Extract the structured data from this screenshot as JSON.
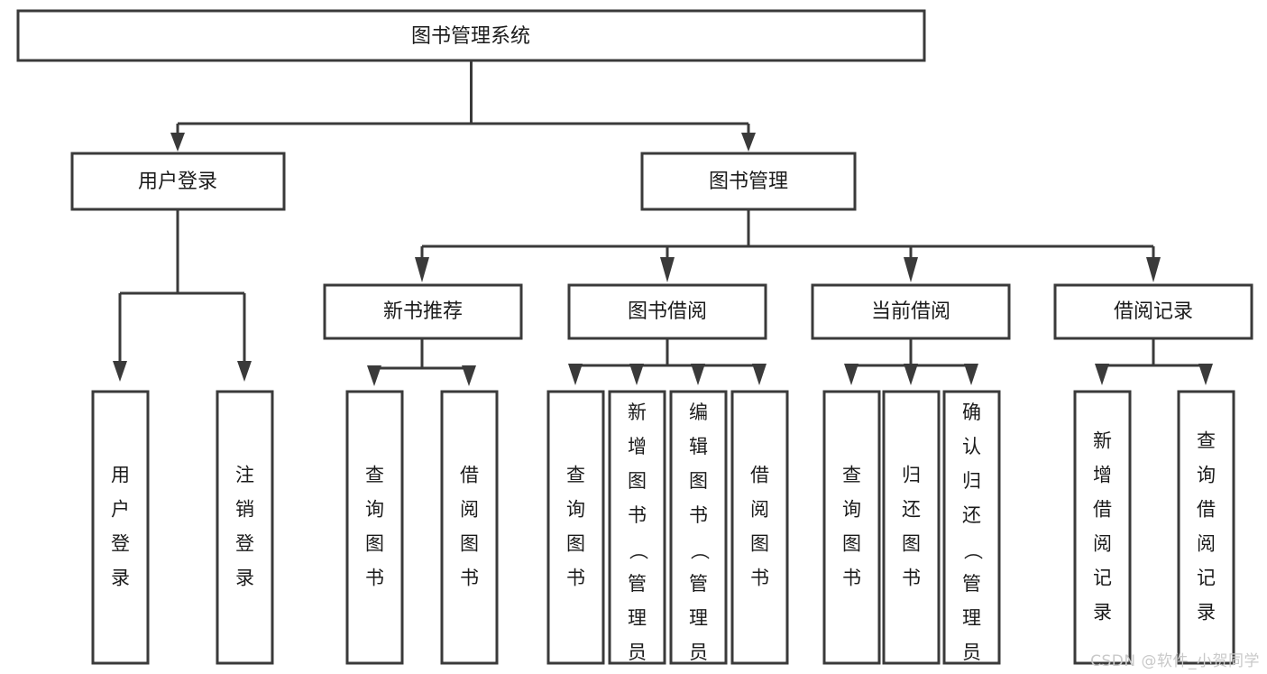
{
  "diagram": {
    "title": "图书管理系统",
    "type": "tree-hierarchy-diagram",
    "colors": {
      "box_stroke": "#3a3a3a",
      "box_fill": "#ffffff",
      "connector": "#3a3a3a",
      "text": "#1b1b1b",
      "background": "#ffffff",
      "watermark": "#c9c9c9"
    },
    "root": {
      "label": "图书管理系统"
    },
    "level2": [
      {
        "label": "用户登录"
      },
      {
        "label": "图书管理"
      }
    ],
    "level3": [
      {
        "label": "新书推荐"
      },
      {
        "label": "图书借阅"
      },
      {
        "label": "当前借阅"
      },
      {
        "label": "借阅记录"
      }
    ],
    "leaves": {
      "user_login": [
        {
          "label": "用户登录"
        },
        {
          "label": "注销登录"
        }
      ],
      "new_book_recommend": [
        {
          "label": "查询图书"
        },
        {
          "label": "借阅图书"
        }
      ],
      "book_borrow": [
        {
          "label": "查询图书"
        },
        {
          "label": "新增图书（管理员）"
        },
        {
          "label": "编辑图书（管理员）"
        },
        {
          "label": "借阅图书"
        }
      ],
      "current_borrow": [
        {
          "label": "查询图书"
        },
        {
          "label": "归还图书"
        },
        {
          "label": "确认归还（管理员）"
        }
      ],
      "borrow_record": [
        {
          "label": "新增借阅记录"
        },
        {
          "label": "查询借阅记录"
        }
      ]
    },
    "watermark": "CSDN @软件_小贺同学"
  }
}
